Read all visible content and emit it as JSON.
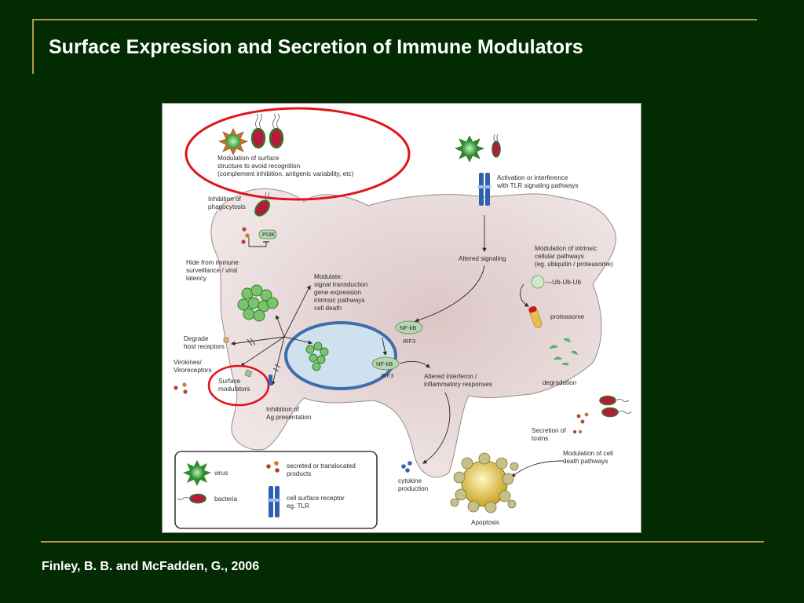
{
  "slide": {
    "title": "Surface Expression and Secretion of Immune Modulators",
    "citation": "Finley, B. B. and McFadden, G., 2006"
  },
  "colors": {
    "background": "#022b02",
    "rule": "#b39a4a",
    "highlight": "#e0141b",
    "cell_fill": "#ebdede",
    "nucleus_fill": "#cfe0ef",
    "nucleus_border": "#3d6ea8"
  },
  "figure": {
    "labels": {
      "mod_surface_1": "Modulation of surface",
      "mod_surface_2": "structure to avoid recognition",
      "mod_surface_3": "(complement inhibition, antigenic variability, etc)",
      "inhib_phago_1": "Inhibition of",
      "inhib_phago_2": "phagocytosis",
      "pi3k": "PI3K",
      "hide_1": "Hide from immune",
      "hide_2": "surveillance / viral",
      "hide_3": "latency",
      "modulate_1": "Modulate:",
      "modulate_2": "signal transduction",
      "modulate_3": "gene expression",
      "modulate_4": "intrinsic pathways",
      "modulate_5": "cell death",
      "degrade_1": "Degrade",
      "degrade_2": "host receptors",
      "virokines_1": "Virokines/",
      "virokines_2": "Viroreceptors",
      "surface_mod_1": "Surface",
      "surface_mod_2": "modulators",
      "inhib_ag_1": "Inhibition of",
      "inhib_ag_2": "Ag presentation",
      "activation_1": "Activation or interference",
      "activation_2": "with TLR signaling pathways",
      "altered_signaling": "Altered signaling",
      "mod_intrinsic_1": "Modulation of intrinsic",
      "mod_intrinsic_2": "cellular pathways",
      "mod_intrinsic_3": "(eg. ubiquitin / proteasome)",
      "ub_chain": "---Ub-Ub-Ub",
      "proteasome": "proteasome",
      "degradation": "degradation",
      "nfkb_1": "NF-kB",
      "irf3_1": "IRF3",
      "nfkb_2": "NF-kB",
      "irf3_2": "IRF3",
      "altered_ifn_1": "Altered interferon /",
      "altered_ifn_2": "inflammatory responses",
      "secretion_1": "Secretion of",
      "secretion_2": "toxins",
      "mod_death_1": "Modulation of cell",
      "mod_death_2": "death pathways",
      "cytokine_1": "cytokine",
      "cytokine_2": "production",
      "apoptosis": "Apoptosis"
    },
    "legend": {
      "virus": "virus",
      "bacteria": "bacteria",
      "secreted_1": "secreted or translocated",
      "secreted_2": "products",
      "receptor_1": "cell surface receptor",
      "receptor_2": "eg. TLR"
    }
  }
}
